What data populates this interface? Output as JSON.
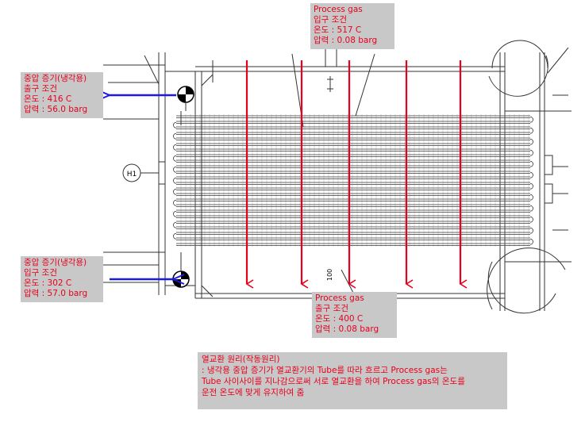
{
  "process_inlet": {
    "title": "Process gas",
    "subtitle": "입구 조건",
    "temperature": "온도 : 517 C",
    "pressure": "압력 : 0.08 barg"
  },
  "process_outlet": {
    "title": "Process gas",
    "subtitle": "출구 조건",
    "temperature": "온도 : 400 C",
    "pressure": "압력 : 0.08 barg"
  },
  "steam_outlet": {
    "title": "중압 증기(냉각용)",
    "subtitle": "출구 조건",
    "temperature": "온도 : 416 C",
    "pressure": "압력 : 56.0 barg"
  },
  "steam_inlet": {
    "title": "중압 증기(냉각용)",
    "subtitle": "입구 조건",
    "temperature": "온도 : 302 C",
    "pressure": "압력 : 57.0 barg"
  },
  "principle": {
    "title": "열교환 원리(작동원리)",
    "line1": ": 냉각용 중압 증기가 열교환기의 Tube를 따라 흐르고 Process gas는",
    "line2": "Tube 사이사이를 지나감으로써 서로 열교환을 하여 Process gas의 온도를",
    "line3": "운전 온도에 맞게 유지하여 줌"
  },
  "drawing": {
    "tag_h1": "H1",
    "dim_100": "100"
  },
  "colors": {
    "process_flow": "#e8001c",
    "steam_flow": "#1a1ae6",
    "label_bg": "#c8c8c8",
    "label_text": "#e8001c",
    "line": "#333333"
  }
}
